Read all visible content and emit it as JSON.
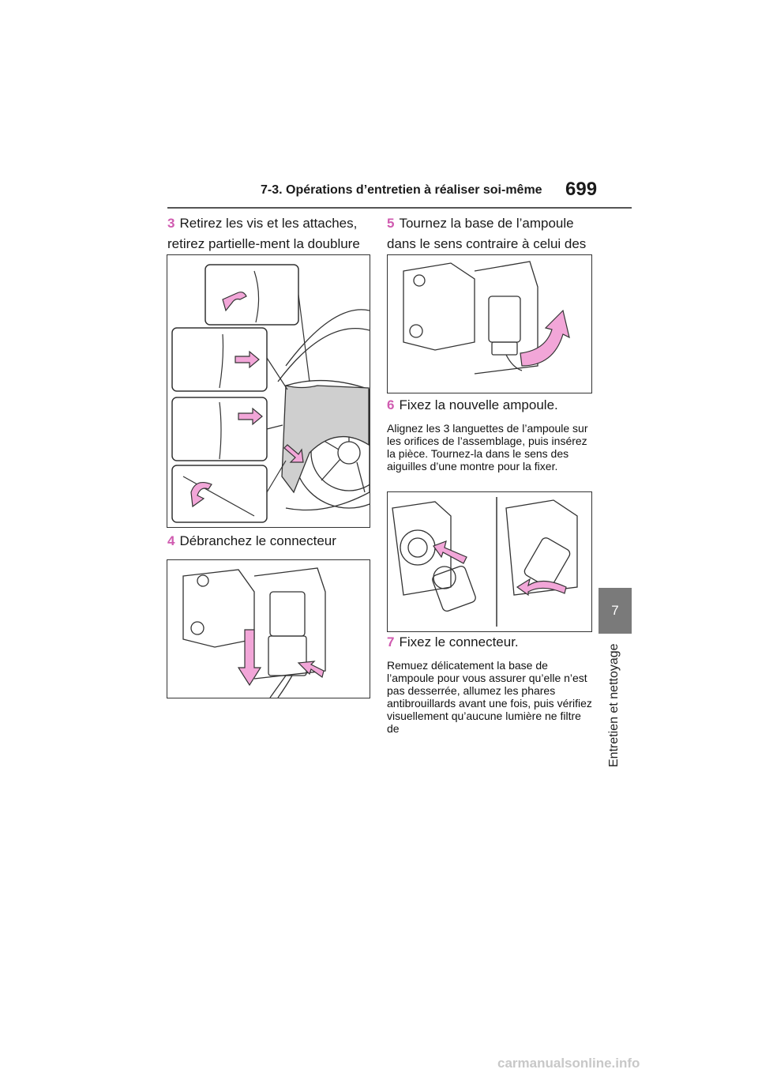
{
  "header": {
    "section": "7-3. Opérations d’entretien à réaliser soi-même",
    "page_number": "699"
  },
  "side_tab": {
    "chapter_number": "7",
    "chapter_title": "Entretien et nettoyage"
  },
  "steps": [
    {
      "num": "3",
      "text": "Retirez les vis et les attaches, retirez partielle-ment la doublure d’aile."
    },
    {
      "num": "4",
      "text": "Débranchez le connecteur"
    },
    {
      "num": "5",
      "text": "Tournez la base de l’ampoule dans le sens contraire à celui des aiguilles d’une montre."
    },
    {
      "num": "6",
      "text": "Fixez la nouvelle ampoule."
    },
    {
      "num": "7",
      "text": "Fixez le connecteur."
    }
  ],
  "notes": {
    "step6": "Alignez les 3 languettes de l’ampoule sur les orifices de l’assemblage, puis insérez la pièce. Tournez-la dans le sens des aiguilles d’une montre pour la fixer.",
    "step7": "Remuez délicatement la base de l’ampoule pour vous assurer qu’elle n’est pas desserrée, allumez les phares antibrouillards avant une fois, puis vérifiez visuellement qu’aucune lumière ne filtre de"
  },
  "watermark": "carmanualsonline.info",
  "colors": {
    "accent": "#d05bb0",
    "arrow_fill": "#f2a6d8",
    "tab_gray": "#7a7a7a"
  }
}
